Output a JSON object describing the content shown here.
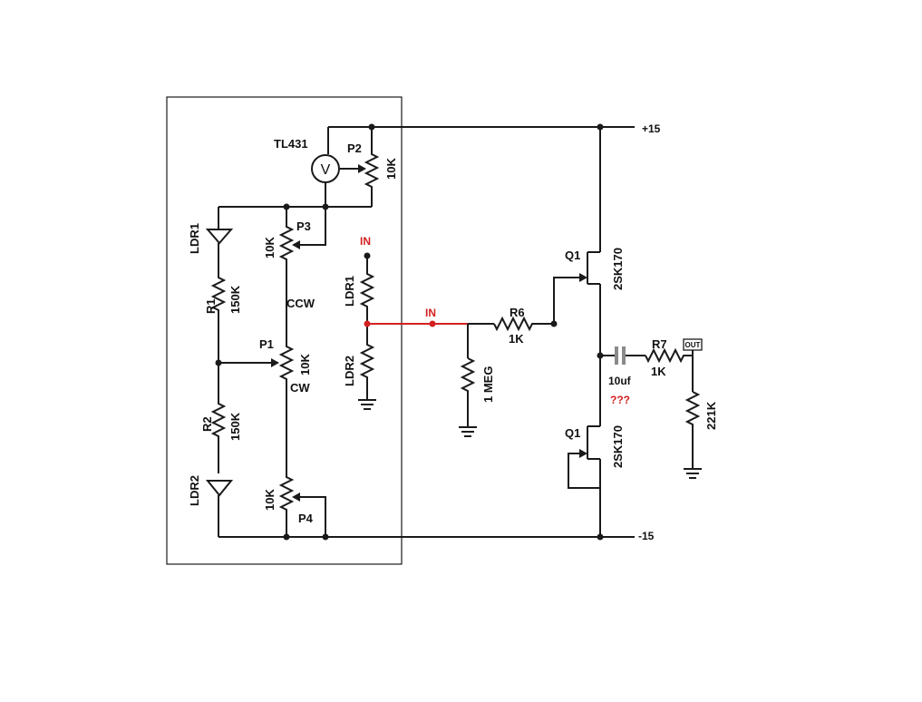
{
  "rails": {
    "positive": "+15",
    "negative": "-15"
  },
  "regulator": {
    "name": "TL431",
    "symbol": "V"
  },
  "trimmers": {
    "p2": {
      "name": "P2",
      "value": "10K"
    },
    "p3": {
      "name": "P3",
      "value": "10K"
    },
    "p1": {
      "name": "P1",
      "value": "10K",
      "ccw": "CCW",
      "cw": "CW"
    },
    "p4": {
      "name": "P4",
      "value": "10K"
    }
  },
  "bias_chain": {
    "ldr1": "LDR1",
    "r1": {
      "name": "R1",
      "value": "150K"
    },
    "r2": {
      "name": "R2",
      "value": "150K"
    },
    "ldr2": "LDR2"
  },
  "attenuator": {
    "in_label": "IN",
    "ldr1": "LDR1",
    "ldr2": "LDR2"
  },
  "input": {
    "in_label": "IN",
    "r_gnd": "1 MEG",
    "r6": {
      "name": "R6",
      "value": "1K"
    }
  },
  "follower": {
    "q_upper": {
      "name": "Q1",
      "part": "2SK170"
    },
    "q_lower": {
      "name": "Q1",
      "part": "2SK170"
    },
    "cap": "10uf",
    "question": "???"
  },
  "output": {
    "r7": {
      "name": "R7",
      "value": "1K"
    },
    "r_load": "221K",
    "out_label": "OUT"
  }
}
